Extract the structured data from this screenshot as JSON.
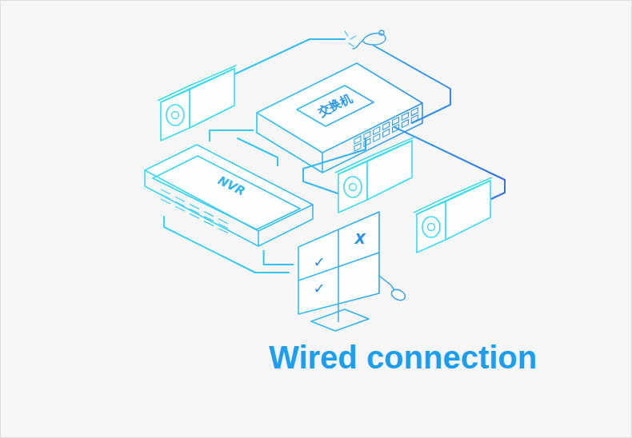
{
  "diagram": {
    "caption": "Wired connection",
    "nodes": [
      {
        "text": [
          "交换机"
        ]
      },
      {
        "text": [
          "NVR"
        ]
      },
      {
        "text": [
          "✓",
          "X",
          "✓"
        ]
      }
    ],
    "edges": [
      {
        "from": 0,
        "to": 1,
        "arrow": "none"
      },
      {
        "from": 1,
        "to": 2,
        "arrow": "none"
      }
    ]
  }
}
